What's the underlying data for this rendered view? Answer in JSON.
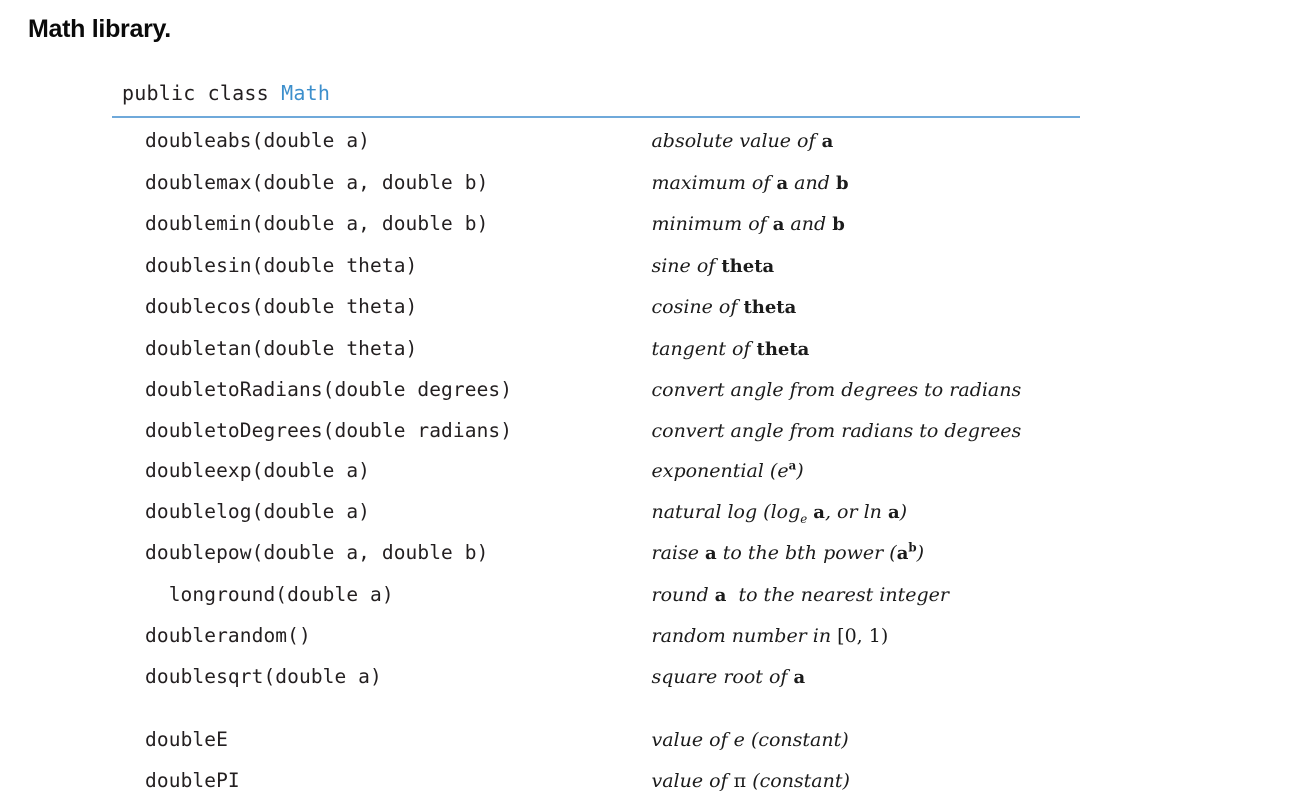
{
  "title": "Math library.",
  "class_declaration": {
    "keywords": "public class ",
    "class_name": "Math",
    "accent_color": "#3d8fcc"
  },
  "rule_color": "#6fa9da",
  "methods": [
    {
      "return_type": "double",
      "signature": "abs(double a)",
      "description_html": "absolute value of <span class=\"code\">a</span>"
    },
    {
      "return_type": "double",
      "signature": "max(double a, double b)",
      "description_html": "maximum of <span class=\"code\">a</span> and <span class=\"code\">b</span>"
    },
    {
      "return_type": "double",
      "signature": "min(double a, double b)",
      "description_html": "minimum of <span class=\"code\">a</span> and <span class=\"code\">b</span>"
    },
    {
      "return_type": "double",
      "signature": "sin(double theta)",
      "description_html": "sine of <span class=\"code\">theta</span>"
    },
    {
      "return_type": "double",
      "signature": "cos(double theta)",
      "description_html": "cosine of <span class=\"code\">theta</span>"
    },
    {
      "return_type": "double",
      "signature": "tan(double theta)",
      "description_html": "tangent of <span class=\"code\">theta</span>"
    },
    {
      "return_type": "double",
      "signature": "toRadians(double degrees)",
      "description_html": "convert angle from degrees to radians"
    },
    {
      "return_type": "double",
      "signature": "toDegrees(double radians)",
      "description_html": "convert angle from radians to degrees"
    },
    {
      "return_type": "double",
      "signature": "exp(double a)",
      "description_html": "exponential (e<sup>a</sup>)"
    },
    {
      "return_type": "double",
      "signature": "log(double a)",
      "description_html": "natural log (log<sub>e</sub> <span class=\"code\">a</span>, or ln <span class=\"code\">a</span>)"
    },
    {
      "return_type": "double",
      "signature": "pow(double a, double b)",
      "description_html": "raise <span class=\"code\">a</span> to the bth power (<span class=\"code\">a</span><sup>b</sup>)"
    },
    {
      "return_type": "long",
      "signature": "round(double a)",
      "description_html": "round <span class=\"code\">a</span>  to the nearest integer"
    },
    {
      "return_type": "double",
      "signature": "random()",
      "description_html": "random number in <span class=\"up\">[0, 1)</span>"
    },
    {
      "return_type": "double",
      "signature": "sqrt(double a)",
      "description_html": "square root of <span class=\"code\">a</span>"
    }
  ],
  "constants": [
    {
      "return_type": "double",
      "signature": "E",
      "description_html": "value of e (constant)"
    },
    {
      "return_type": "double",
      "signature": "PI",
      "description_html": "value of <span class=\"up\">π</span> (constant)"
    }
  ]
}
